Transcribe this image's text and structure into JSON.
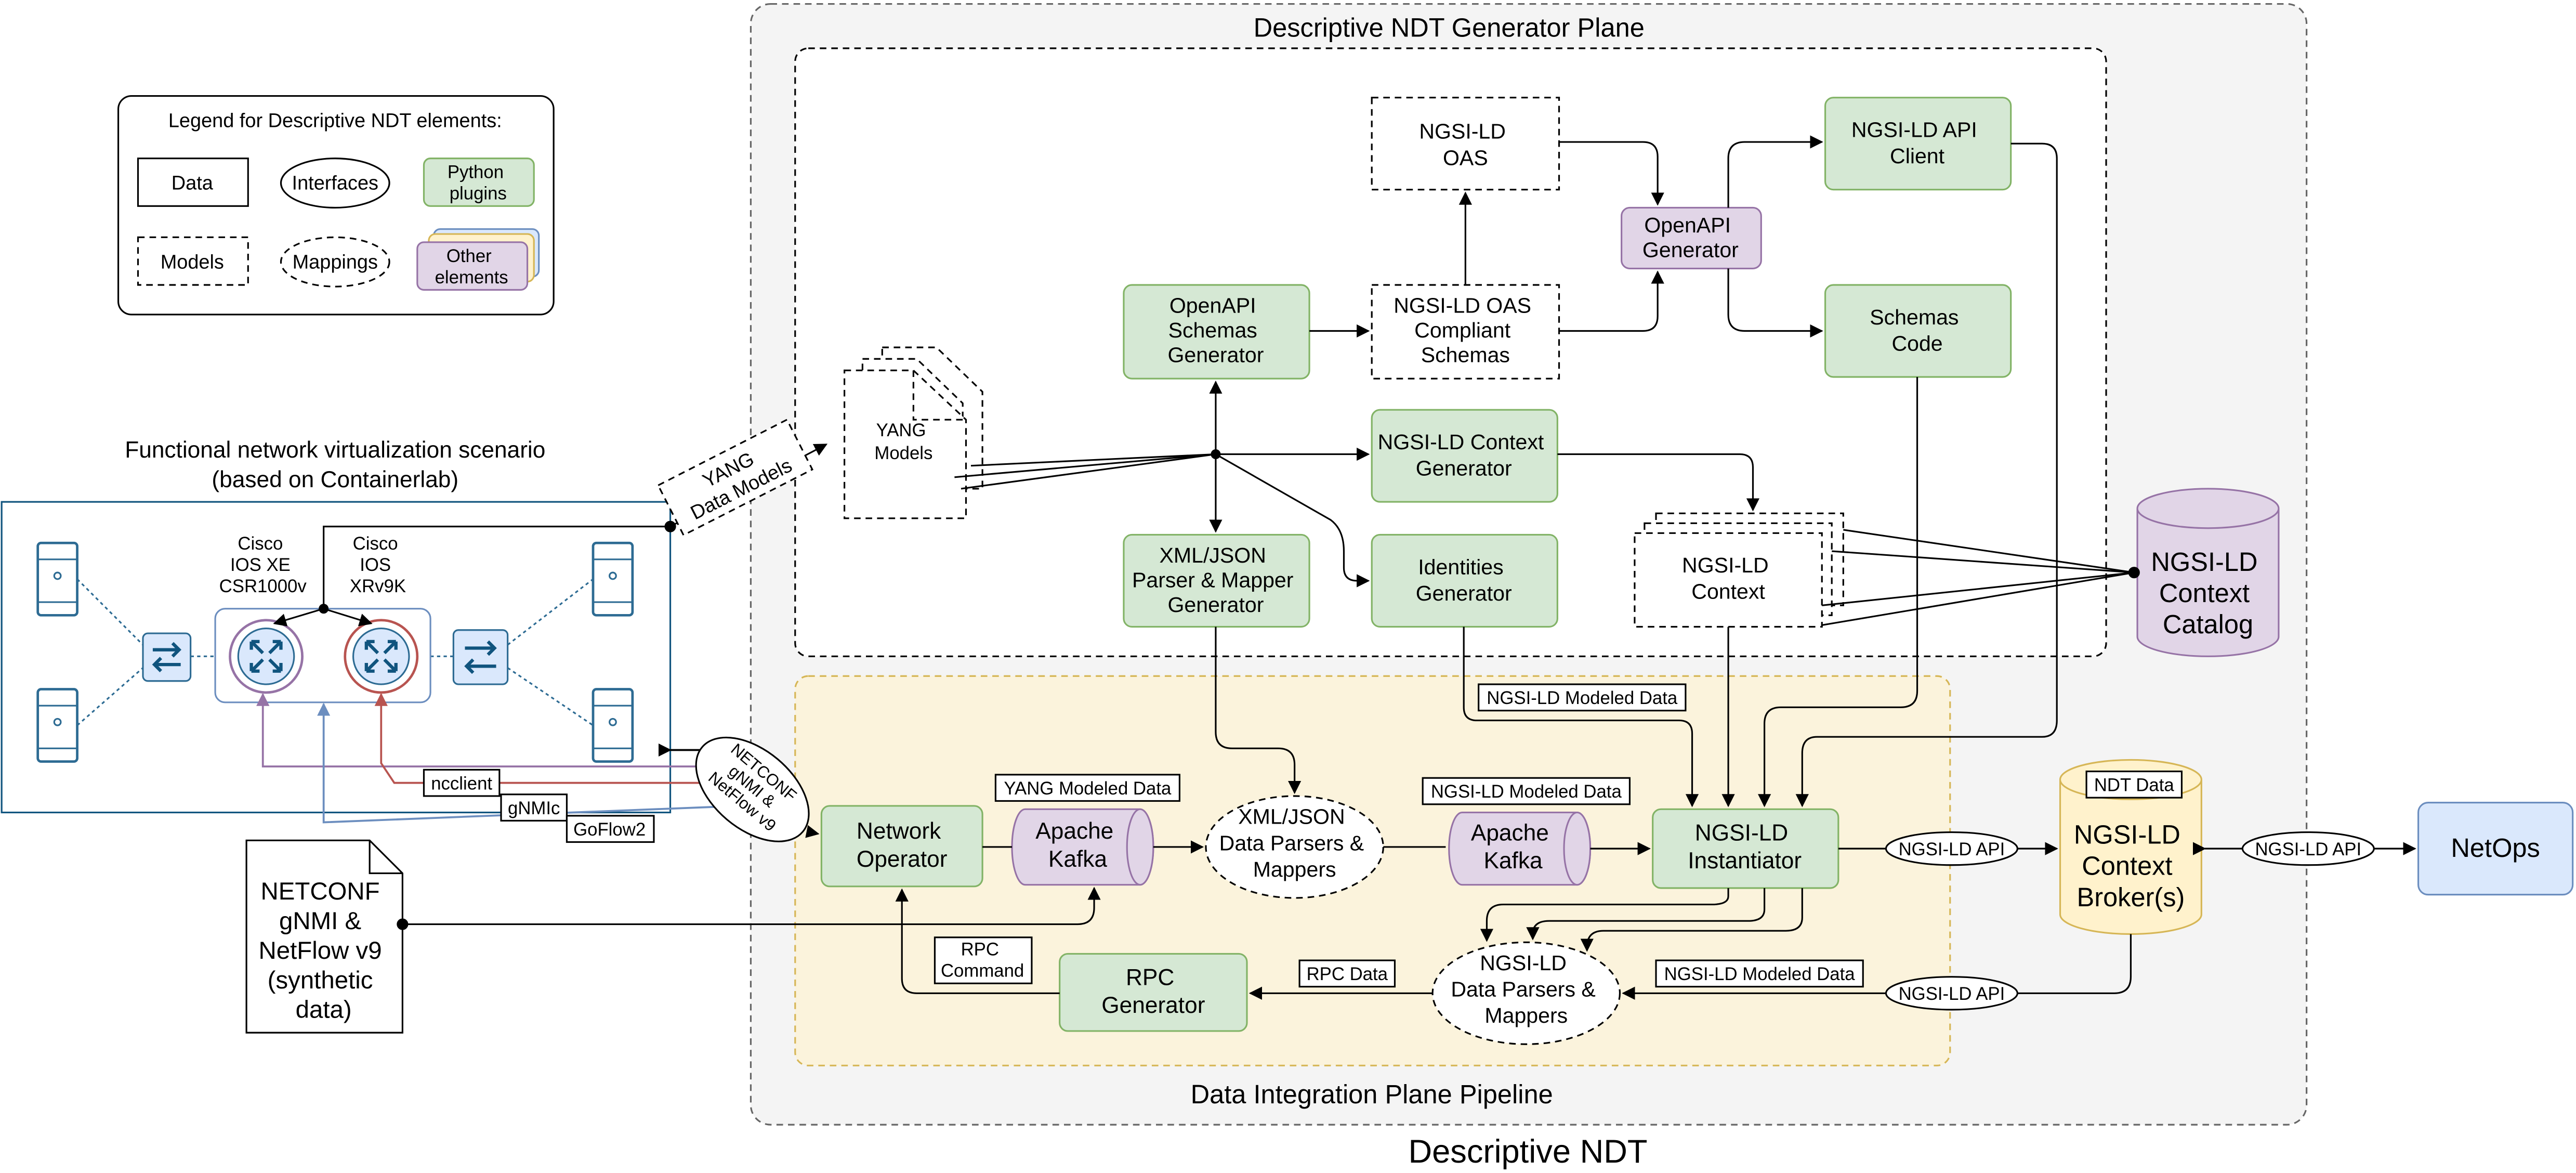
{
  "planes": {
    "descriptive_ndt": "Descriptive NDT",
    "generator_plane": "Descriptive NDT Generator Plane",
    "integration_plane": "Data Integration Plane Pipeline"
  },
  "legend": {
    "title": "Legend for Descriptive NDT elements:",
    "data": "Data",
    "interfaces": "Interfaces",
    "python_plugins": [
      "Python",
      "plugins"
    ],
    "models": "Models",
    "mappings": "Mappings",
    "other_elements": [
      "Other",
      "elements"
    ]
  },
  "scenario": {
    "title": "Functional network virtualization scenario",
    "subtitle": "(based on Containerlab)",
    "router1": [
      "Cisco",
      "IOS XE",
      "CSR1000v"
    ],
    "router2": [
      "Cisco",
      "IOS",
      "XRv9K"
    ],
    "ncclient": "ncclient",
    "gnmic": "gNMIc",
    "goflow2": "GoFlow2"
  },
  "nodes": {
    "yang_data_models_label": [
      "YANG",
      "Data Models"
    ],
    "yang_models": [
      "YANG",
      "Models"
    ],
    "ngsi_ld_oas": [
      "NGSI-LD",
      "OAS"
    ],
    "openapi_schemas_generator": [
      "OpenAPI",
      "Schemas",
      "Generator"
    ],
    "oas_compliant_schemas": [
      "NGSI-LD OAS",
      "Compliant",
      "Schemas"
    ],
    "openapi_generator": [
      "OpenAPI",
      "Generator"
    ],
    "api_client": [
      "NGSI-LD API",
      "Client"
    ],
    "schemas_code": [
      "Schemas",
      "Code"
    ],
    "context_generator": [
      "NGSI-LD Context",
      "Generator"
    ],
    "ngsi_ld_context": [
      "NGSI-LD",
      "Context"
    ],
    "xml_json_generator": [
      "XML/JSON",
      "Parser & Mapper",
      "Generator"
    ],
    "identities_generator": [
      "Identities",
      "Generator"
    ],
    "context_catalog": [
      "NGSI-LD",
      "Context",
      "Catalog"
    ],
    "netconf_synthetic": [
      "NETCONF",
      "gNMI &",
      "NetFlow v9",
      "(synthetic",
      "data)"
    ],
    "netconf_interface": [
      "NETCONF",
      "gNMI &",
      "NetFlow v9"
    ],
    "network_operator": [
      "Network",
      "Operator"
    ],
    "apache_kafka_1": [
      "Apache",
      "Kafka"
    ],
    "apache_kafka_2": [
      "Apache",
      "Kafka"
    ],
    "xml_json_parsers": [
      "XML/JSON",
      "Data Parsers &",
      "Mappers"
    ],
    "instantiator": [
      "NGSI-LD",
      "Instantiator"
    ],
    "ngsi_ld_parsers": [
      "NGSI-LD",
      "Data Parsers &",
      "Mappers"
    ],
    "rpc_generator": [
      "RPC",
      "Generator"
    ],
    "context_broker": [
      "NGSI-LD",
      "Context",
      "Broker(s)"
    ],
    "netops": "NetOps"
  },
  "labels": {
    "yang_modeled_data": "YANG Modeled Data",
    "ngsi_ld_modeled_data_1": "NGSI-LD Modeled Data",
    "ngsi_ld_modeled_data_2": "NGSI-LD Modeled Data",
    "ngsi_ld_modeled_data_3": "NGSI-LD Modeled Data",
    "ndt_data": "NDT Data",
    "ngsi_ld_api_1": "NGSI-LD API",
    "ngsi_ld_api_2": "NGSI-LD API",
    "ngsi_ld_api_3": "NGSI-LD API",
    "rpc_command": [
      "RPC",
      "Command"
    ],
    "rpc_data": "RPC Data"
  },
  "colors": {
    "green_fill": "#d5e8d4",
    "green_stroke": "#82b366",
    "purple_fill": "#e1d5e7",
    "purple_stroke": "#9673a6",
    "yellow_fill": "#fff2cc",
    "yellow_stroke": "#d6b656",
    "blue_fill": "#dae8fc",
    "blue_stroke": "#6c8ebf",
    "scenario_border": "#10547e",
    "server_color": "#2d6b93"
  }
}
